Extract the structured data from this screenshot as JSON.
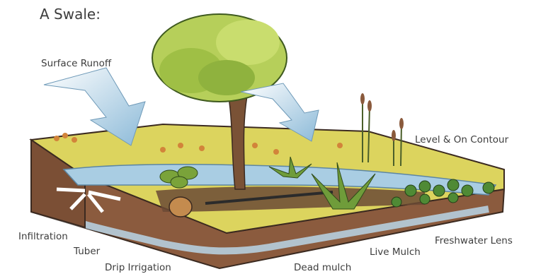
{
  "title": "A Swale:",
  "labels": {
    "surface_runoff": "Surface Runoff",
    "level_contour": "Level & On Contour",
    "infiltration": "Infiltration",
    "tuber": "Tuber",
    "drip_irrigation": "Drip Irrigation",
    "dead_mulch": "Dead mulch",
    "live_mulch": "Live Mulch",
    "freshwater_lens": "Freshwater Lens"
  },
  "colors": {
    "soil": "#8a5a3c",
    "grass": "#d9d35a",
    "water": "#a9cde3",
    "leaf": "#7aa33a",
    "arrow": "#9fc6e0"
  }
}
